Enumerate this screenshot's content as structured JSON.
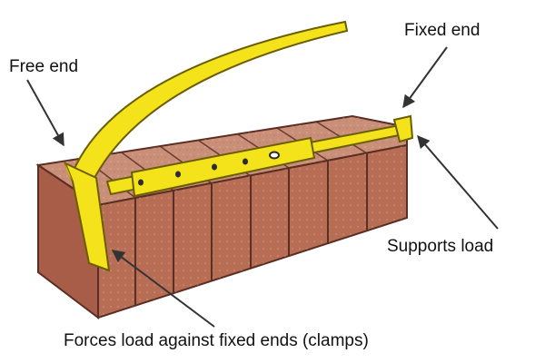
{
  "labels": {
    "free_end": "Free end",
    "fixed_end": "Fixed end",
    "supports_load": "Supports load",
    "forces_load": "Forces load against fixed ends (clamps)"
  },
  "icons": {
    "tool": "brick-tongs-icon",
    "bricks": "brick-stack-icon",
    "arrows": "callout-arrow-icon"
  },
  "colors": {
    "tool_fill": "#F4E21A",
    "tool_shadow": "#C9B600",
    "tool_outline": "#6B5E00",
    "brick_top": "#C98F78",
    "brick_face": "#B86E55",
    "brick_side": "#A75D47",
    "mortar": "#5A2E22",
    "arrow": "#333333"
  }
}
